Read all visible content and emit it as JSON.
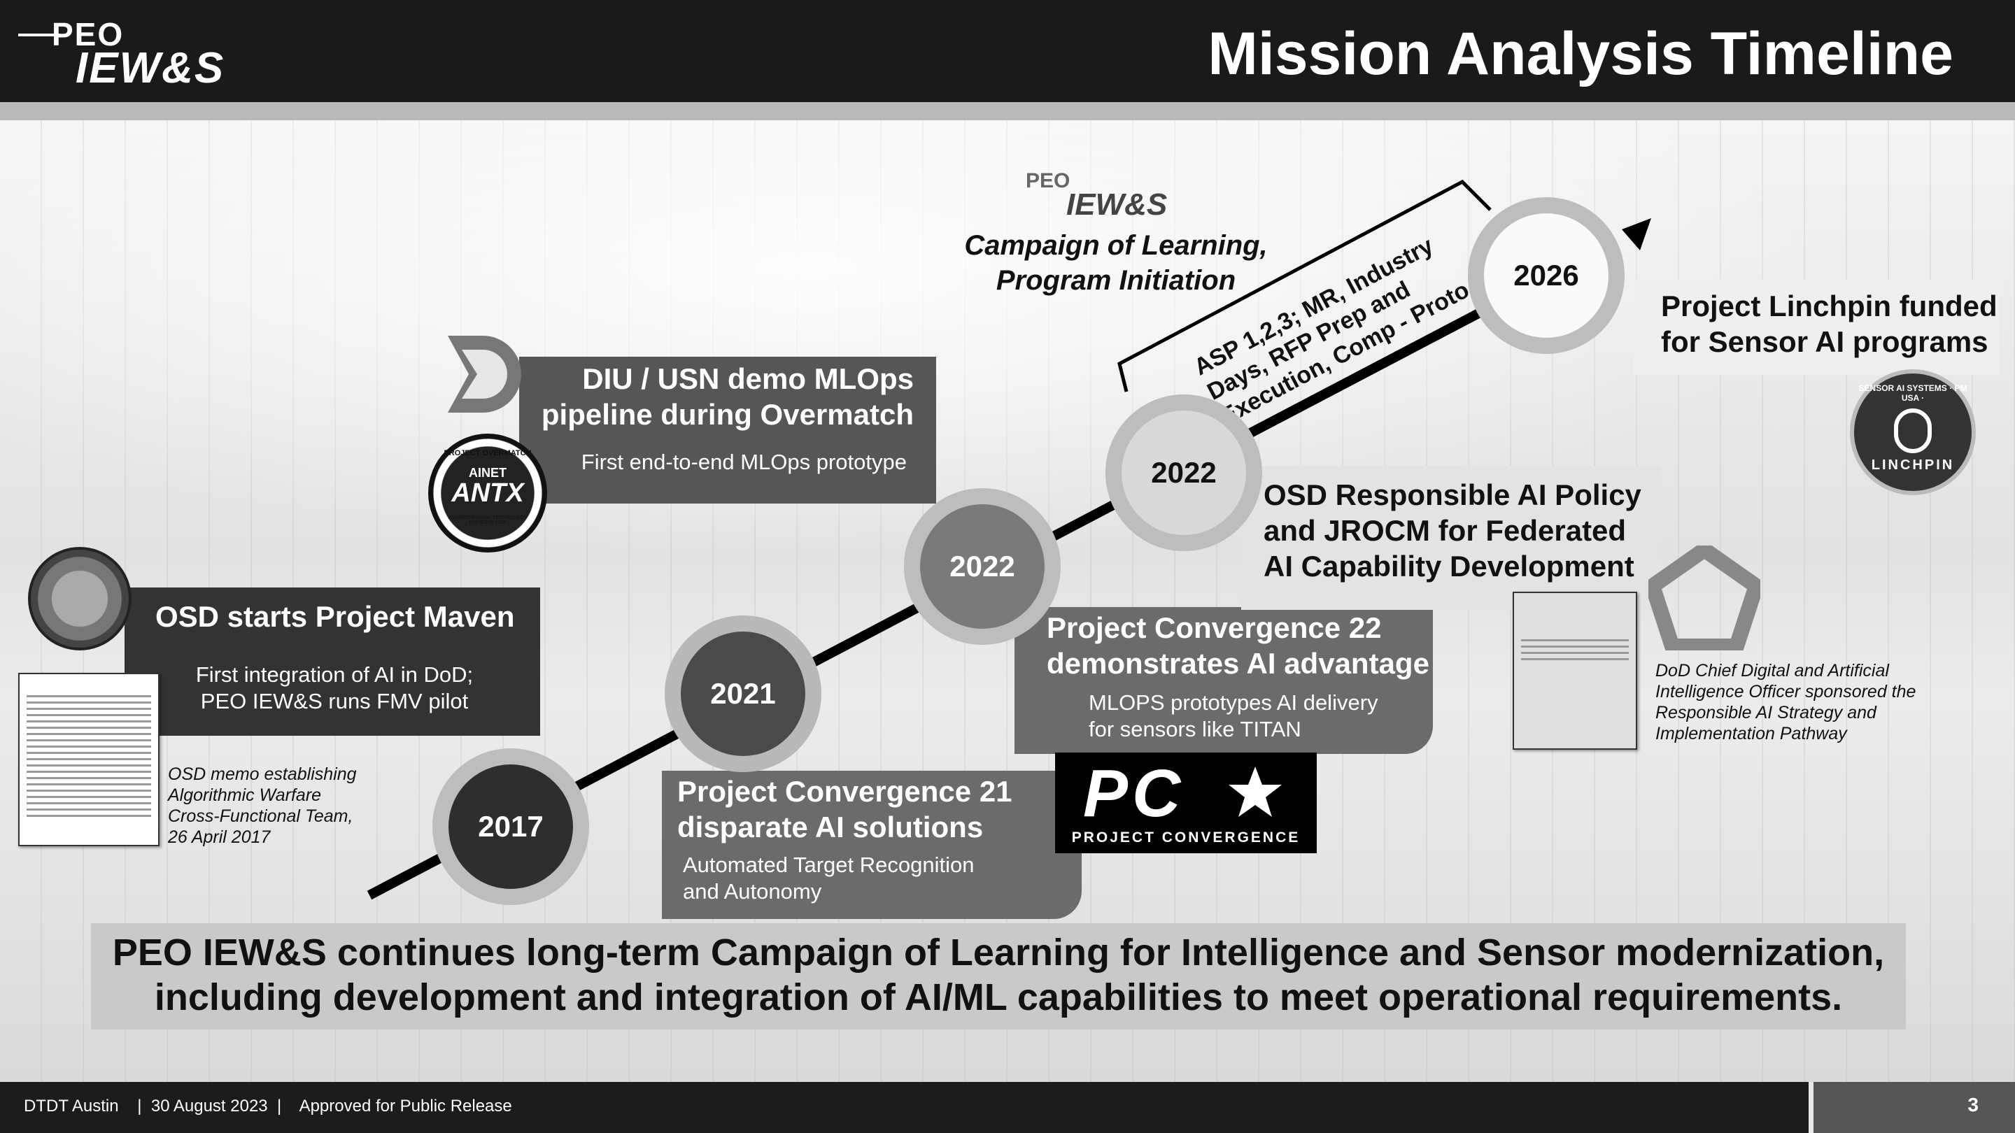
{
  "header": {
    "logo_peo": "PEO",
    "logo_iews": "IEW&S",
    "title": "Mission Analysis Timeline"
  },
  "milestones": {
    "m2017": {
      "year": "2017",
      "title": "OSD starts Project Maven",
      "subtitle": "First integration of AI in DoD;\nPEO IEW&S runs FMV pilot",
      "caption": "OSD memo establishing\nAlgorithmic Warfare\nCross-Functional Team,\n26 April 2017"
    },
    "m2021": {
      "year": "2021",
      "title": "Project Convergence 21\ndisparate AI solutions",
      "subtitle": "Automated Target Recognition\nand Autonomy"
    },
    "m2022a": {
      "year": "2022",
      "title": "DIU / USN demo MLOps\npipeline during Overmatch",
      "subtitle": "First end-to-end MLOps prototype",
      "pc_title": "Project Convergence 22\ndemonstrates AI advantage",
      "pc_subtitle": "MLOPS prototypes AI delivery\nfor sensors like TITAN"
    },
    "m2022b": {
      "year": "2022",
      "title": "OSD Responsible AI Policy\nand JROCM for Federated\nAI Capability Development",
      "caption": "DoD Chief Digital and Artificial\nIntelligence Officer sponsored the\nResponsible AI Strategy and\nImplementation Pathway"
    },
    "m2026": {
      "year": "2026",
      "title": "Project Linchpin funded\nfor Sensor AI programs"
    }
  },
  "campaign": {
    "logo_peo": "PEO",
    "logo_iews": "IEW&S",
    "label": "Campaign of Learning,\nProgram Initiation",
    "bracket": "ASP 1,2,3; MR, Industry\nDays, RFP Prep and\nExecution, Comp - Proto"
  },
  "logos": {
    "overmatch_top": "PROJECT OVERMATCH",
    "overmatch_mid": "AINET",
    "overmatch_big": "ANTX",
    "overmatch_bottom": "ADVANCED NAVAL TECHNOLOGY EXERCISE 2022",
    "pc_mark": "PC",
    "pc_text": "PROJECT CONVERGENCE",
    "linchpin_ring": "SENSOR AI SYSTEMS · PM USA ·",
    "linchpin_word": "LINCHPIN"
  },
  "summary": "PEO IEW&S continues long-term Campaign of Learning for Intelligence and Sensor modernization,\nincluding development and integration of AI/ML capabilities to meet operational requirements.",
  "footer": {
    "text": "DTDT Austin    |  30 August 2023  |    Approved for Public Release",
    "page": "3"
  }
}
